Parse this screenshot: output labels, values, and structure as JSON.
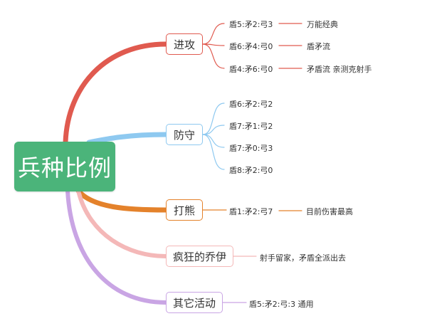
{
  "root": {
    "label": "兵种比例",
    "color": "#4bb47a"
  },
  "branches": [
    {
      "id": "attack",
      "label": "进攻",
      "color": "#e05a4f",
      "leaves": [
        {
          "label": "盾5:矛2:弓3",
          "note": "万能经典"
        },
        {
          "label": "盾6:矛4:弓0",
          "note": "盾矛流"
        },
        {
          "label": "盾4:矛6:弓0",
          "note": "矛盾流 亲测克射手"
        }
      ]
    },
    {
      "id": "defense",
      "label": "防守",
      "color": "#8ec9f0",
      "leaves": [
        {
          "label": "盾6:矛2:弓2"
        },
        {
          "label": "盾7:矛1:弓2"
        },
        {
          "label": "盾7:矛0:弓3"
        },
        {
          "label": "盾8:矛2:弓0"
        }
      ]
    },
    {
      "id": "bear",
      "label": "打熊",
      "color": "#e4822b",
      "leaves": [
        {
          "label": "盾1:矛2:弓7",
          "note": "目前伤害最高"
        }
      ]
    },
    {
      "id": "mummy",
      "label": "疯狂的乔伊",
      "color": "#f4b8b8",
      "leaves": [
        {
          "label": "射手留家，矛盾全派出去"
        }
      ]
    },
    {
      "id": "other",
      "label": "其它活动",
      "color": "#c9a5e4",
      "leaves": [
        {
          "label": "盾5:矛2:弓:3 通用"
        }
      ]
    }
  ]
}
